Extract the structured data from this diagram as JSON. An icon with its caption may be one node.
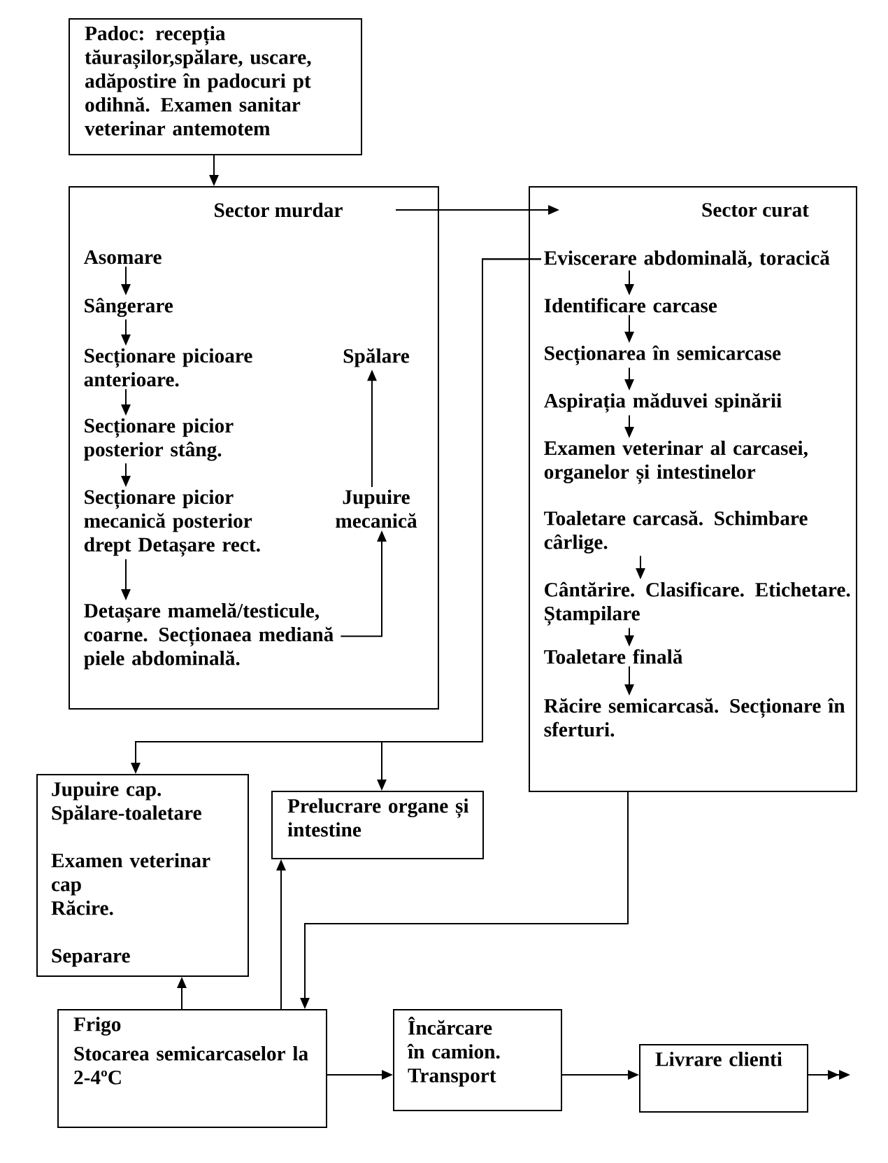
{
  "diagram": {
    "nodes": [
      {
        "text": [
          "Padoc: recepția tăurașilor,spălare, uscare, adăpostire în padocuri pt odihnă. Examen sanitar veterinar antemotem"
        ]
      },
      {
        "text": [
          "Sector murdar"
        ]
      },
      {
        "text": [
          "Asomare"
        ],
        "in": 1
      },
      {
        "text": [
          "Sângerare"
        ],
        "in": 1
      },
      {
        "text": [
          "Secționare picioare anterioare."
        ],
        "in": 1
      },
      {
        "text": [
          "Secționare picior posterior stâng."
        ],
        "in": 1
      },
      {
        "text": [
          "Secționare picior mecanică posterior drept Detașare rect."
        ],
        "in": 1
      },
      {
        "text": [
          "Detașare mamelă/testicule, coarne. Secționaea mediană piele abdominală."
        ],
        "in": 1
      },
      {
        "text": [
          "Jupuire mecanică"
        ],
        "in": 1
      },
      {
        "text": [
          "Spălare"
        ],
        "in": 1
      },
      {
        "text": [
          "Sector curat"
        ]
      },
      {
        "text": [
          "Eviscerare abdominală, toracică"
        ],
        "in": 10
      },
      {
        "text": [
          "Identificare carcase"
        ],
        "in": 10
      },
      {
        "text": [
          "Secționarea în semicarcase"
        ],
        "in": 10
      },
      {
        "text": [
          "Aspirația măduvei spinării"
        ],
        "in": 10
      },
      {
        "text": [
          "Examen veterinar al carcasei, organelor și intestinelor"
        ],
        "in": 10
      },
      {
        "text": [
          "Toaletare carcasă. Schimbare cârlige."
        ],
        "in": 10
      },
      {
        "text": [
          "Cântărire. Clasificare. Etichetare. Ștampilare"
        ],
        "in": 10
      },
      {
        "text": [
          "Toaletare finală"
        ],
        "in": 10
      },
      {
        "text": [
          "Răcire semicarcasă. Secționare în sferturi."
        ],
        "in": 10
      },
      {
        "text": [
          "Jupuire cap. Spălare-toaletare",
          "Examen veterinar cap",
          "Răcire.",
          "Separare"
        ]
      },
      {
        "text": [
          "Prelucrare organe și intestine"
        ]
      },
      {
        "text": [
          "Frigo",
          "Stocarea semicarcaselor la 2-4ºC"
        ]
      },
      {
        "text": [
          "Încărcare în camion. Transport"
        ]
      },
      {
        "text": [
          "Livrare clienti"
        ]
      }
    ],
    "edges": [
      {
        "from": 0,
        "to": 1,
        "arrow": "to"
      },
      {
        "from": 1,
        "to": 10,
        "arrow": "to"
      },
      {
        "from": 2,
        "to": 3,
        "arrow": "to"
      },
      {
        "from": 3,
        "to": 4,
        "arrow": "to"
      },
      {
        "from": 4,
        "to": 5,
        "arrow": "to"
      },
      {
        "from": 5,
        "to": 6,
        "arrow": "to"
      },
      {
        "from": 6,
        "to": 7,
        "arrow": "to"
      },
      {
        "from": 7,
        "to": 8,
        "arrow": "to"
      },
      {
        "from": 8,
        "to": 9,
        "arrow": "to"
      },
      {
        "from": 11,
        "to": 12,
        "arrow": "to"
      },
      {
        "from": 12,
        "to": 13,
        "arrow": "to"
      },
      {
        "from": 13,
        "to": 14,
        "arrow": "to"
      },
      {
        "from": 14,
        "to": 15,
        "arrow": "to"
      },
      {
        "from": 16,
        "to": 17,
        "arrow": "to"
      },
      {
        "from": 17,
        "to": 18,
        "arrow": "to"
      },
      {
        "from": 18,
        "to": 19,
        "arrow": "to"
      },
      {
        "from": 11,
        "to": 20,
        "arrow": "to"
      },
      {
        "from": 11,
        "to": 21,
        "arrow": "to"
      },
      {
        "from": 10,
        "to": 22,
        "arrow": "to"
      },
      {
        "from": 22,
        "to": 20,
        "arrow": "to"
      },
      {
        "from": 22,
        "to": 21,
        "arrow": "to"
      },
      {
        "from": 22,
        "to": 23,
        "arrow": "to"
      },
      {
        "from": 23,
        "to": 24,
        "arrow": "to"
      },
      {
        "from": 24,
        "to": null,
        "arrow": "to"
      }
    ]
  }
}
